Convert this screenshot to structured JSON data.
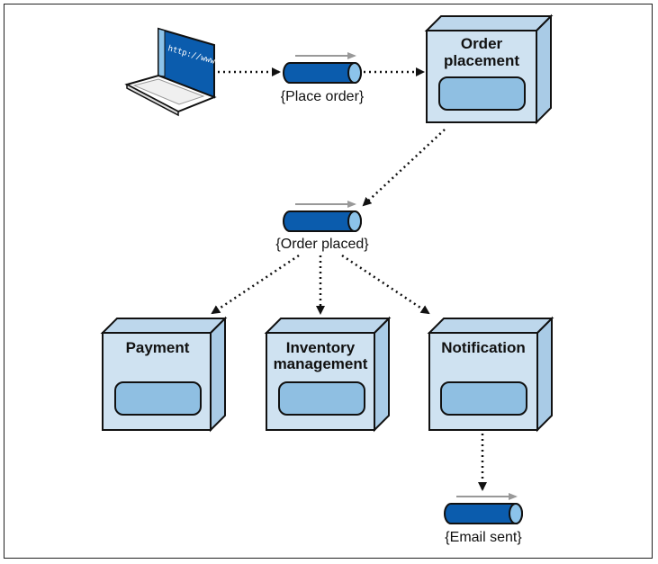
{
  "client": {
    "icon": "laptop-icon",
    "screen_text": "http://www"
  },
  "services": [
    {
      "id": "order-placement",
      "lines": [
        "Order",
        "placement"
      ]
    },
    {
      "id": "payment",
      "lines": [
        "Payment"
      ]
    },
    {
      "id": "inventory-management",
      "lines": [
        "Inventory",
        "management"
      ]
    },
    {
      "id": "notification",
      "lines": [
        "Notification"
      ]
    }
  ],
  "topics": [
    {
      "id": "place-order",
      "label": "{Place order}"
    },
    {
      "id": "order-placed",
      "label": "{Order placed}"
    },
    {
      "id": "email-sent",
      "label": "{Email sent}"
    }
  ],
  "colors": {
    "box_face": "#cfe2f1",
    "box_side": "#a9cbe6",
    "box_inner": "#8fbfe2",
    "topic_body": "#0b5cad",
    "topic_end": "#8cc3ea",
    "arrow": "#111111",
    "flow_arrow": "#999999",
    "outline": "#111111"
  }
}
